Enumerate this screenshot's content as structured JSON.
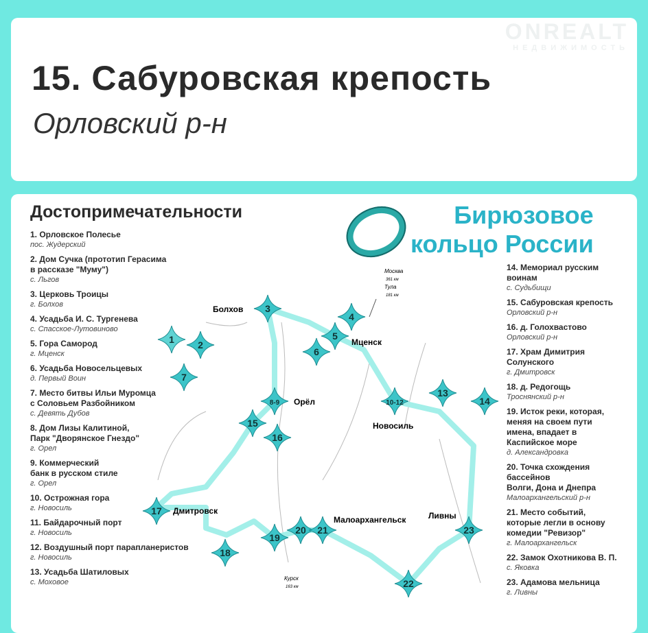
{
  "header": {
    "title": "15. Сабуровская крепость",
    "subtitle": "Орловский р-н",
    "watermark": "ONREALT",
    "watermark_sub": "НЕДВИЖИМОСТЬ"
  },
  "section_title": "Достопримечательности",
  "logo": {
    "line1": "Бирюзовое",
    "line2": "кольцо России"
  },
  "attractions_left": [
    {
      "name": "1. Орловское Полесье",
      "loc": "пос. Жудерский"
    },
    {
      "name": "2. Дом Сучка (прототип Герасима\nв рассказе \"Муму\")",
      "loc": "с. Льгов"
    },
    {
      "name": "3. Церковь Троицы",
      "loc": "г. Болхов"
    },
    {
      "name": "4. Усадьба И. С. Тургенева",
      "loc": "с. Спасское-Лутовиново"
    },
    {
      "name": "5. Гора Самород",
      "loc": "г. Мценск"
    },
    {
      "name": "6. Усадьба Новосельцевых",
      "loc": "д. Первый Воин"
    },
    {
      "name": "7. Место битвы Ильи Муромца\nс Соловьем Разбойником",
      "loc": "с. Девять Дубов"
    },
    {
      "name": "8. Дом Лизы Калитиной,\nПарк \"Дворянское Гнездо\"",
      "loc": "г. Орел"
    },
    {
      "name": "9. Коммерческий\nбанк в русском стиле",
      "loc": "г. Орел"
    },
    {
      "name": "10. Острожная гора",
      "loc": "г. Новосиль"
    },
    {
      "name": "11. Байдарочный порт",
      "loc": "г. Новосиль"
    },
    {
      "name": "12. Воздушный порт парапланеристов",
      "loc": "г. Новосиль"
    },
    {
      "name": "13. Усадьба Шатиловых",
      "loc": "с. Моховое"
    }
  ],
  "attractions_right": [
    {
      "name": "14. Мемориал русским\nвоинам",
      "loc": "с. Судьбищи"
    },
    {
      "name": "15. Сабуровская крепость",
      "loc": "Орловский р-н"
    },
    {
      "name": "16. д. Голохвастово",
      "loc": "Орловский р-н"
    },
    {
      "name": "17. Храм Димитрия\nСолунского",
      "loc": "г. Дмитровск"
    },
    {
      "name": "18. д. Редогощь",
      "loc": "Троснянский р-н"
    },
    {
      "name": "19. Исток реки, которая,\nменяя на своем пути\nимена, впадает в\nКаспийское море",
      "loc": "д. Александровка"
    },
    {
      "name": "20. Точка схождения\nбассейнов\nВолги, Дона и Днепра",
      "loc": "Малоархангельский р-н"
    },
    {
      "name": "21. Место событий,\nкоторые легли в основу\nкомедии \"Ревизор\"",
      "loc": "г. Малоархангельск"
    },
    {
      "name": "22. Замок Охотникова В. П.",
      "loc": "с. Яковка"
    },
    {
      "name": "23. Адамова мельница",
      "loc": "г. Ливны"
    }
  ],
  "map": {
    "markers": [
      "1",
      "2",
      "3",
      "4",
      "5",
      "6",
      "7",
      "8-9",
      "15",
      "16",
      "10-12",
      "13",
      "14",
      "17",
      "18",
      "19",
      "20",
      "21",
      "22",
      "23"
    ],
    "cities": [
      "Болхов",
      "Мценск",
      "Орёл",
      "Новосиль",
      "Дмитровск",
      "Малоархангельск",
      "Ливны"
    ],
    "distances": [
      "Москва",
      "361 км",
      "Тула",
      "181 км",
      "Курск",
      "163 км"
    ]
  },
  "colors": {
    "background": "#6fe9e1",
    "route": "#9beee9",
    "marker": "#3cc4c8",
    "logo": "#2ab3c8"
  }
}
